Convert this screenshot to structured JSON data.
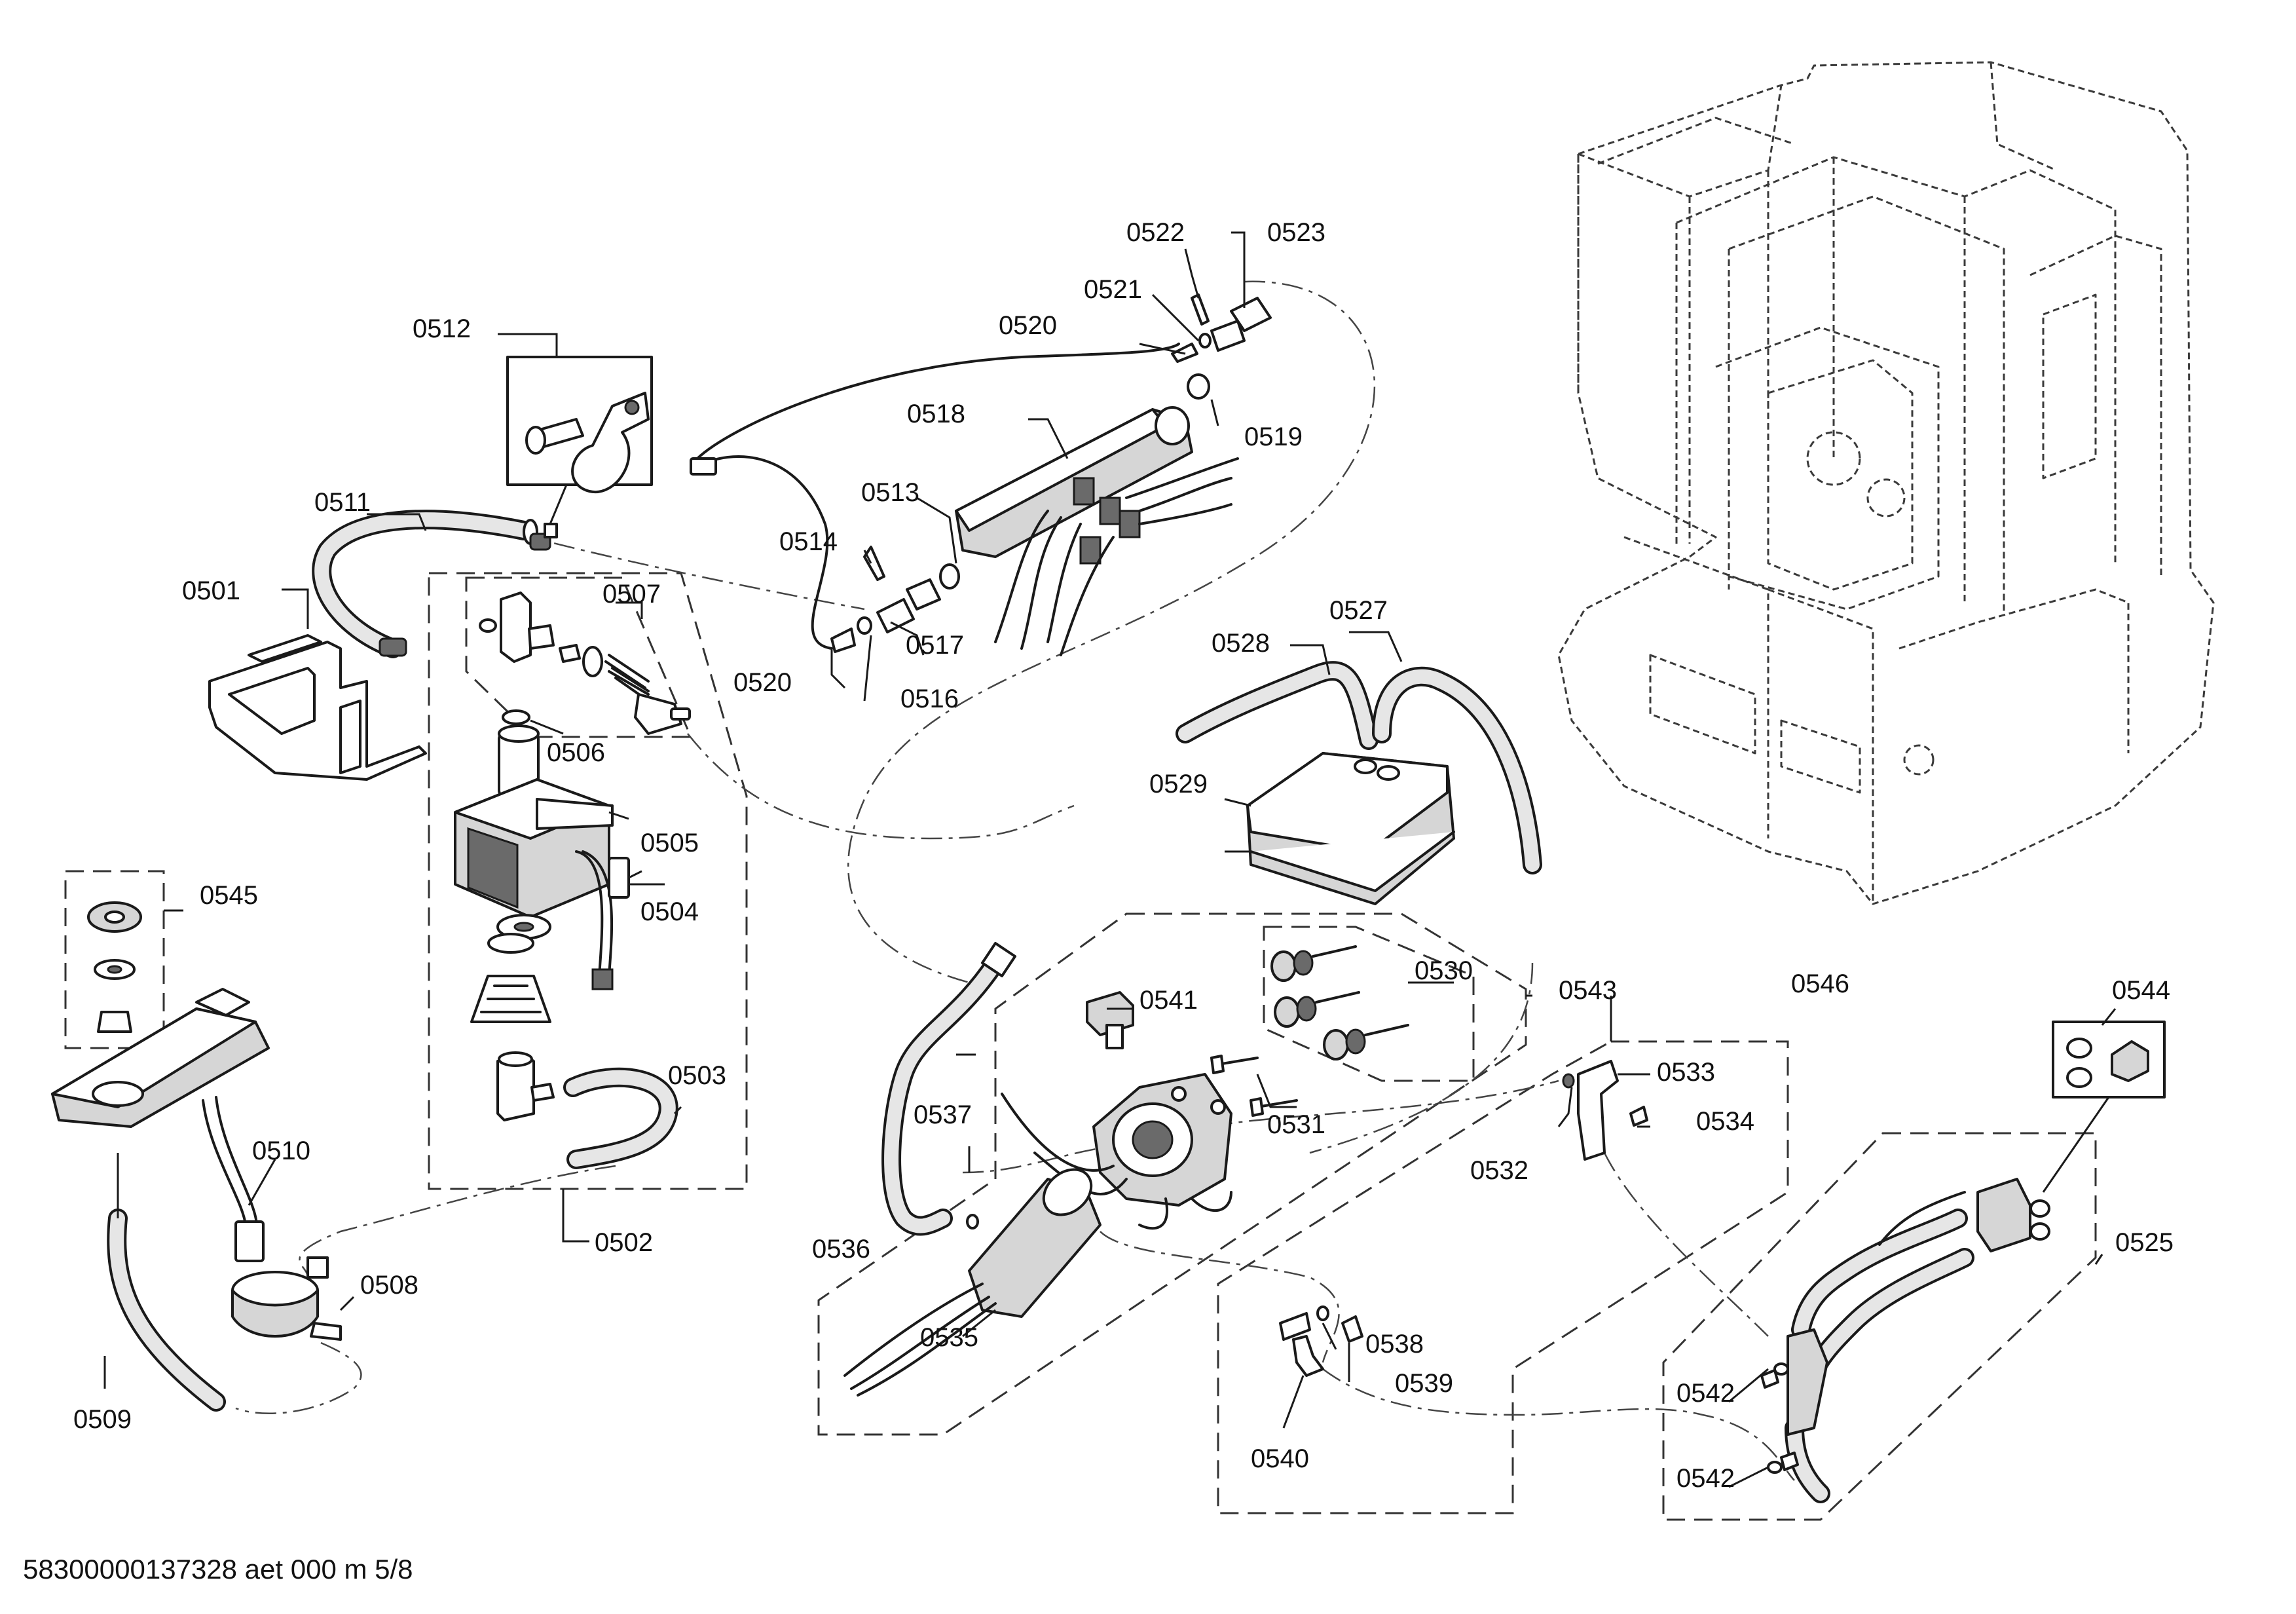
{
  "footer": "58300000137328 aet 000 m 5/8",
  "labels": {
    "l0501": "0501",
    "l0502": "0502",
    "l0503": "0503",
    "l0504": "0504",
    "l0505": "0505",
    "l0506": "0506",
    "l0507": "0507",
    "l0508": "0508",
    "l0509": "0509",
    "l0510": "0510",
    "l0511": "0511",
    "l0512": "0512",
    "l0513": "0513",
    "l0514": "0514",
    "l0516": "0516",
    "l0517": "0517",
    "l0518": "0518",
    "l0519": "0519",
    "l0520a": "0520",
    "l0520b": "0520",
    "l0521": "0521",
    "l0522": "0522",
    "l0523": "0523",
    "l0525": "0525",
    "l0527": "0527",
    "l0528": "0528",
    "l0529": "0529",
    "l0530": "0530",
    "l0531": "0531",
    "l0532": "0532",
    "l0533": "0533",
    "l0534": "0534",
    "l0535": "0535",
    "l0536": "0536",
    "l0537": "0537",
    "l0538": "0538",
    "l0539": "0539",
    "l0540": "0540",
    "l0541": "0541",
    "l0542a": "0542",
    "l0542b": "0542",
    "l0543": "0543",
    "l0544": "0544",
    "l0545": "0545",
    "l0546": "0546"
  }
}
